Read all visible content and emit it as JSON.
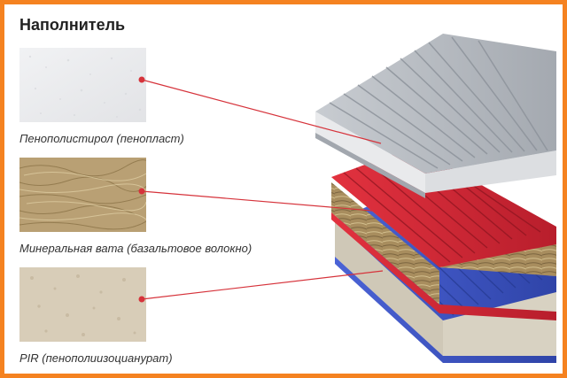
{
  "title": "Наполнитель",
  "materials": [
    {
      "label": "Пенополистирол (пенопласт)",
      "swatch_color": "#ecedef"
    },
    {
      "label": "Минеральная вата (базальтовое волокно)",
      "swatch_color": "#b9a074"
    },
    {
      "label": "PIR (пенополиизоцианурат)",
      "swatch_color": "#d8cdb8"
    }
  ],
  "colors": {
    "frame": "#f58220",
    "leader": "#d6333b",
    "panel_grey": "#b8bcc2",
    "panel_red": "#d8283a",
    "panel_blue": "#3d56c8"
  }
}
